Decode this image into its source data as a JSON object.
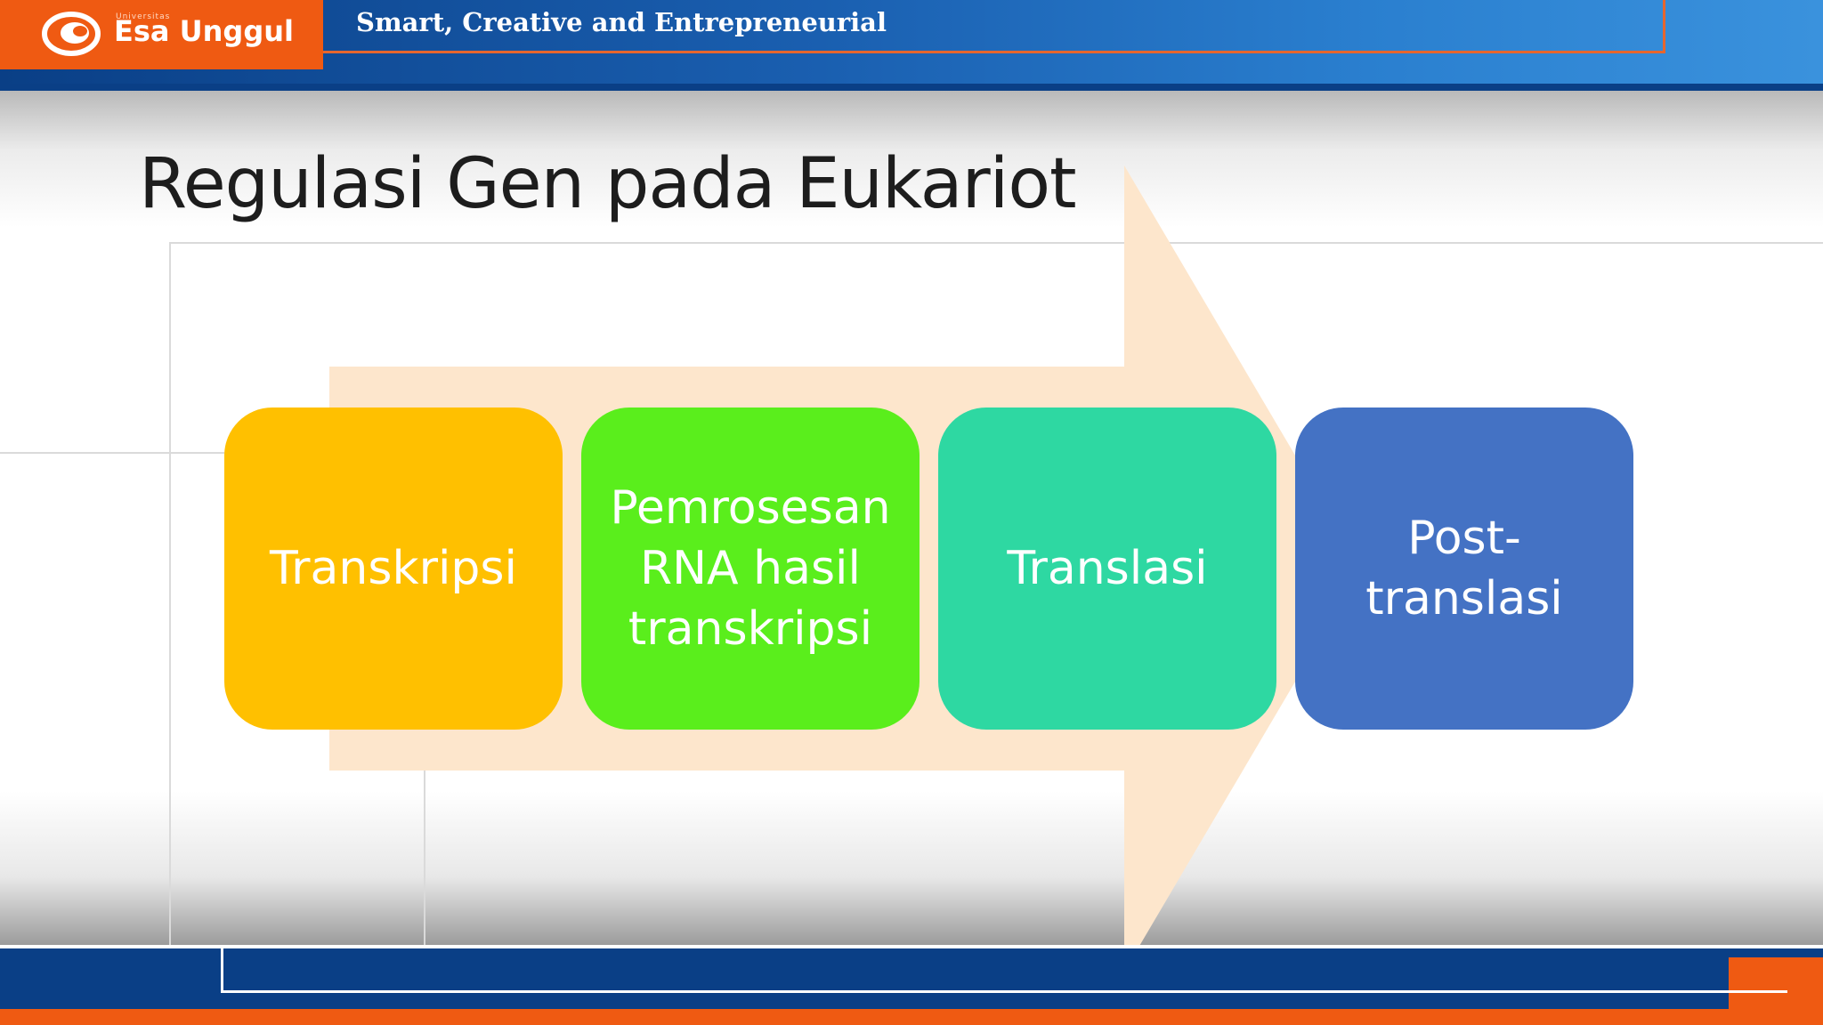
{
  "header": {
    "logo": {
      "small_text": "Universitas",
      "name": "Esa Unggul"
    },
    "tagline": "Smart, Creative and Entrepreneurial"
  },
  "slide": {
    "title": "Regulasi Gen pada Eukariot",
    "steps": [
      {
        "label": "Transkripsi",
        "color": "#ffc000"
      },
      {
        "label": "Pemrosesan RNA hasil transkripsi",
        "color": "#5aee1c"
      },
      {
        "label": "Translasi",
        "color": "#2ed8a2"
      },
      {
        "label": "Post-translasi",
        "color": "#4472c4"
      }
    ],
    "arrow_color": "#fde6cc"
  },
  "colors": {
    "brand_orange": "#ef5a12",
    "brand_blue": "#0a3f86"
  }
}
